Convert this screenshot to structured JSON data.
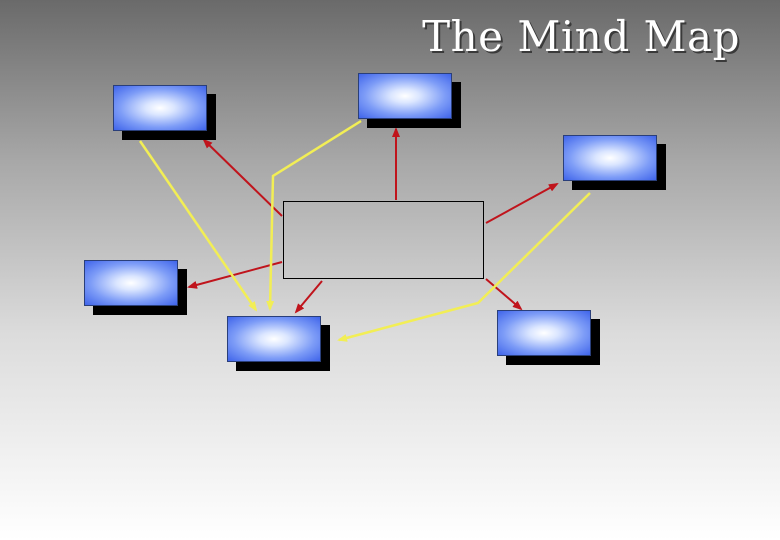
{
  "title": "The Mind Map",
  "colors": {
    "red_link": "#c0141c",
    "yellow_link": "#f2ee55",
    "node_edge": "#3f64ea",
    "node_center": "#ffffff",
    "shadow": "#000000"
  },
  "central_node": {
    "label": ""
  },
  "nodes": [
    {
      "id": "top-left",
      "label": ""
    },
    {
      "id": "top-center",
      "label": ""
    },
    {
      "id": "top-right",
      "label": ""
    },
    {
      "id": "mid-left",
      "label": ""
    },
    {
      "id": "bottom-center",
      "label": ""
    },
    {
      "id": "bottom-right",
      "label": ""
    }
  ]
}
